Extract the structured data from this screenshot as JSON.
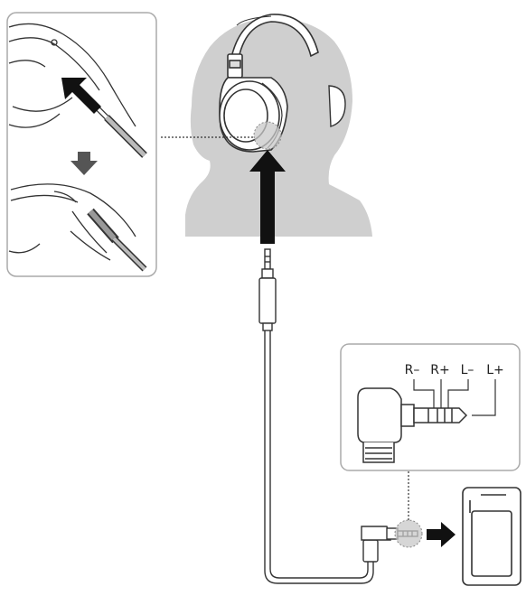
{
  "figure": {
    "kind": "headphone-balanced-cable-connection",
    "colors": {
      "silhouette": "#cfcfcf",
      "panel_border": "#aaaaaa",
      "panel_fill": "#ffffff",
      "arrow": "#111111",
      "arrow_grey": "#555555",
      "line": "#333333",
      "highlight": "#c8c8c8"
    },
    "icons": [
      "head-silhouette",
      "headphones",
      "cable-plug",
      "angled-plug",
      "music-player"
    ]
  },
  "pin_labels": {
    "r_minus": "R–",
    "r_plus": "R+",
    "l_minus": "L–",
    "l_plus": "L+"
  }
}
